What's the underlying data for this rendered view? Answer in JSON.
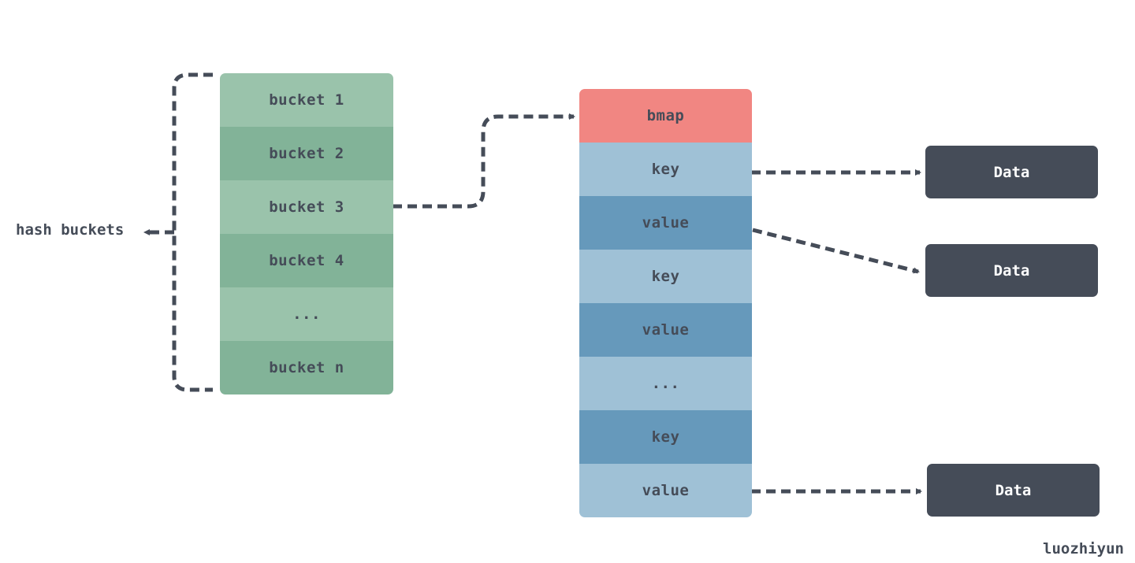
{
  "labels": {
    "hash_buckets": "hash buckets",
    "watermark": "luozhiyun"
  },
  "buckets": [
    "bucket 1",
    "bucket 2",
    "bucket 3",
    "bucket 4",
    "...",
    "bucket n"
  ],
  "bmap": {
    "header": "bmap",
    "rows": [
      "key",
      "value",
      "key",
      "value",
      "...",
      "key",
      "value"
    ]
  },
  "data_boxes": [
    "Data",
    "Data",
    "Data"
  ],
  "colors": {
    "bucket_light": "#9ac3ab",
    "bucket_dark": "#82b398",
    "bmap_header": "#f18682",
    "bmap_light": "#9fc1d6",
    "bmap_dark": "#6699bb",
    "data_box": "#454c58",
    "connector": "#454c58",
    "text": "#454c58"
  }
}
